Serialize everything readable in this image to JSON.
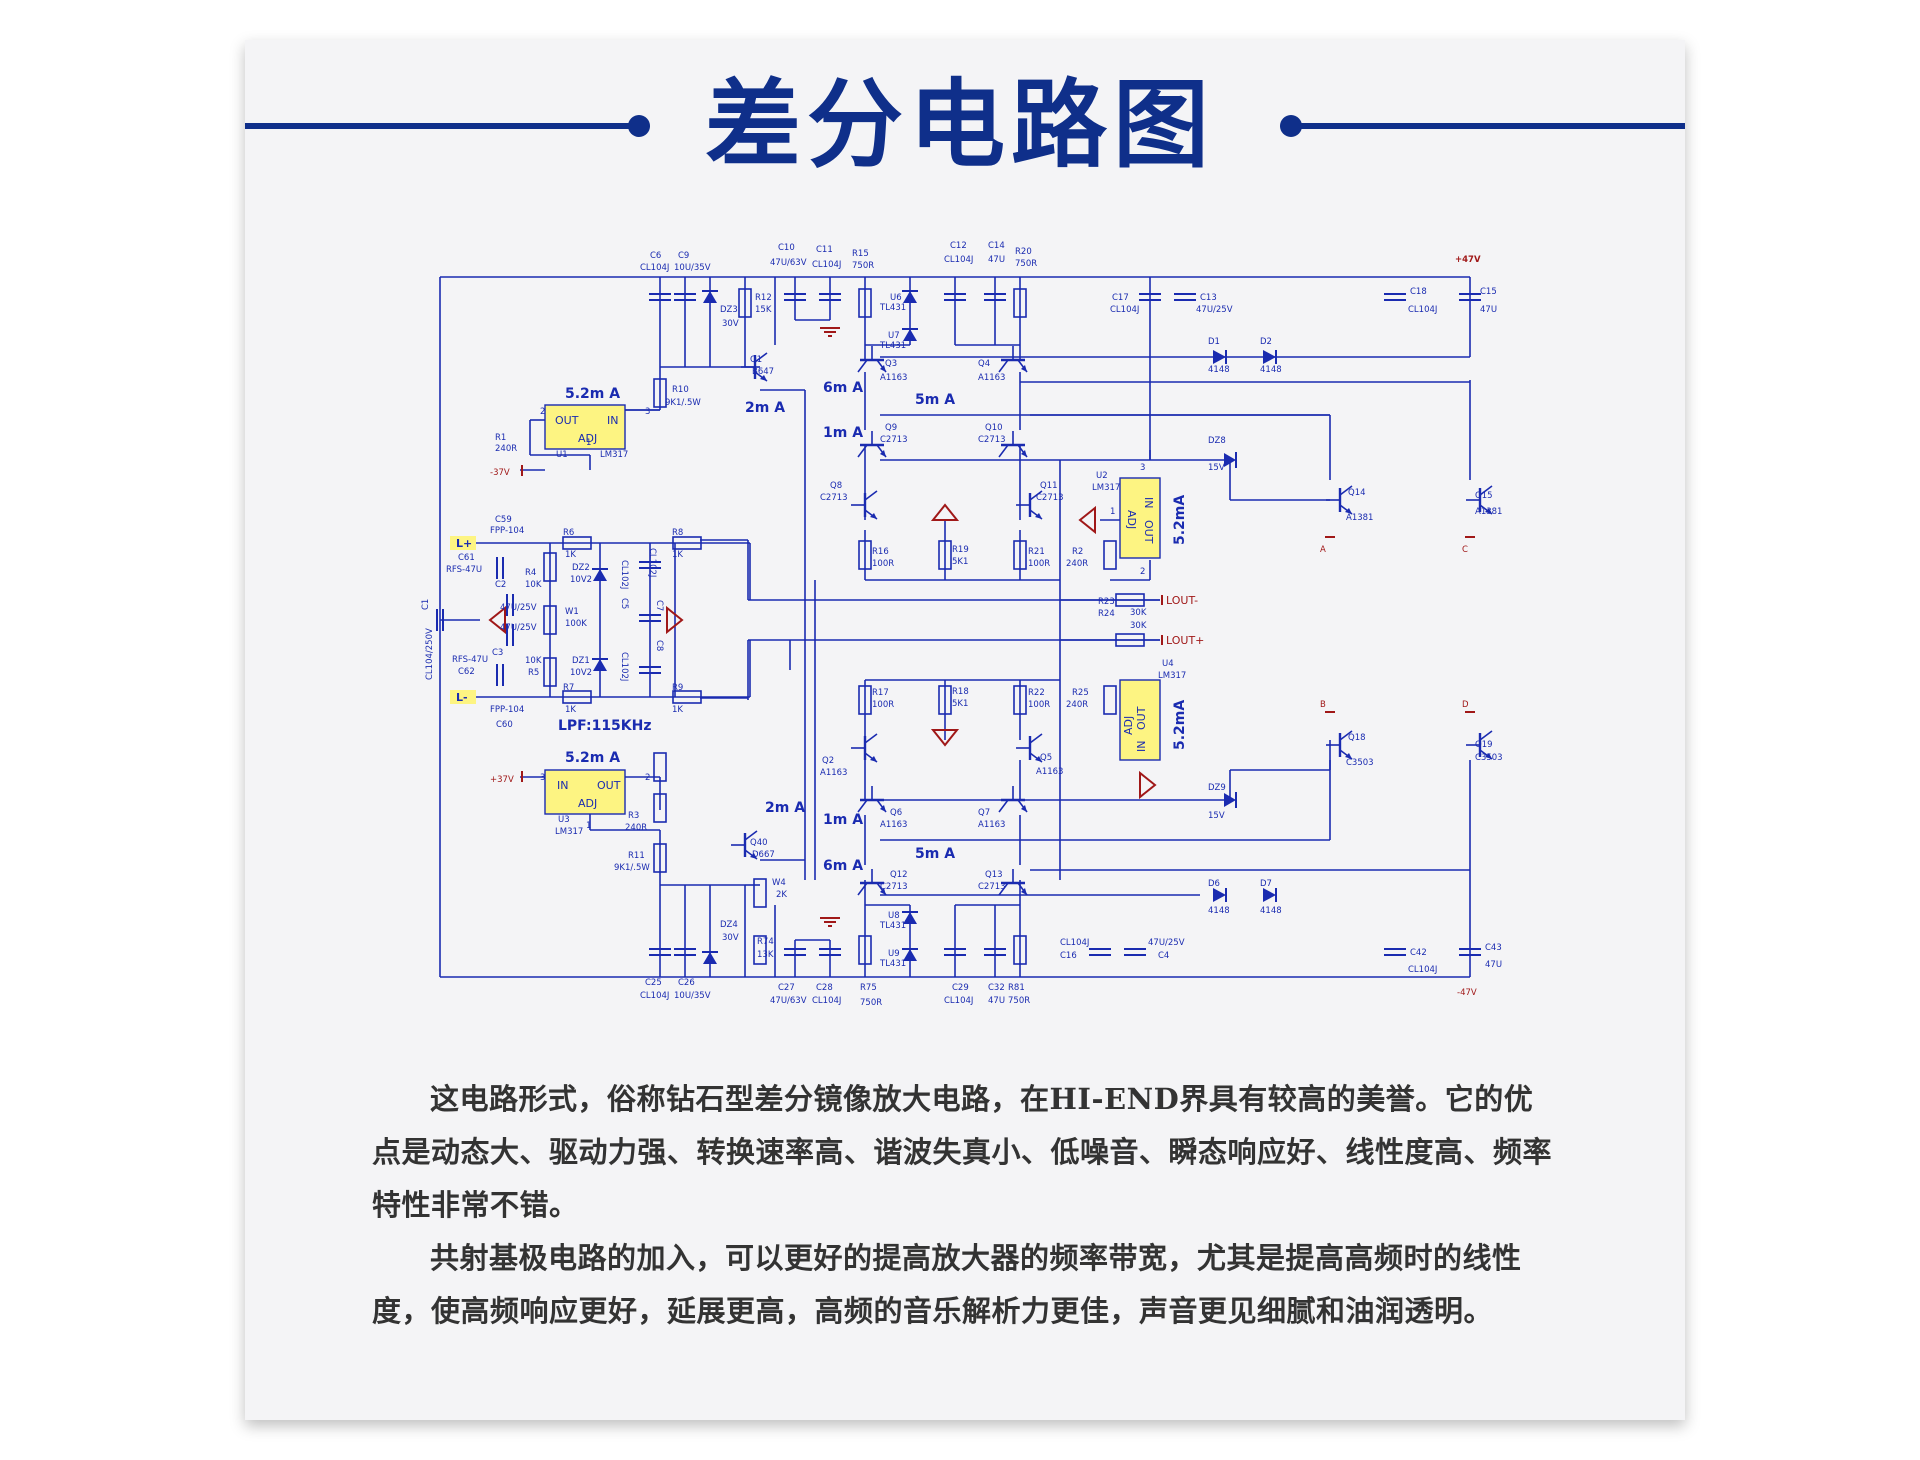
{
  "page_title": "差分电路图",
  "colors": {
    "accent": "#0f2f8a",
    "wire": "#1a2bb0",
    "ic_fill": "#fdf482",
    "ground_red": "#a01818",
    "text": "#333333"
  },
  "schematic": {
    "components": {
      "C6": "C6",
      "C6v": "CL104J",
      "C9": "C9",
      "C9v": "10U/35V",
      "DZ3": "DZ3",
      "DZ3v": "30V",
      "R12": "R12",
      "R12v": "15K",
      "Q1": "Q1",
      "Q1v": "B647",
      "C10": "C10",
      "C10v": "47U/63V",
      "C11": "C11",
      "C11v": "CL104J",
      "R15": "R15",
      "R15v": "750R",
      "U6": "U6",
      "U6v": "TL431",
      "U7": "U7",
      "U7v": "TL431",
      "C12": "C12",
      "C12v": "CL104J",
      "C14": "C14",
      "C14v": "47U",
      "R20": "R20",
      "R20v": "750R",
      "C17": "C17",
      "C17v": "CL104J",
      "C13": "C13",
      "C13v": "47U/25V",
      "C18": "C18",
      "C18v": "CL104J",
      "C15": "C15",
      "C15v": "47U",
      "vplus": "+47V",
      "D1": "D1",
      "D1v": "4148",
      "D2": "D2",
      "D2v": "4148",
      "Q3": "Q3",
      "Q3v": "A1163",
      "Q4": "Q4",
      "Q4v": "A1163",
      "R10": "R10",
      "R10v": "9K1/.5W",
      "U1": "U1",
      "U1v": "LM317",
      "R1": "R1",
      "R1v": "240R",
      "vminus_in": "-37V",
      "i_52a_1": "5.2m  A",
      "i_2ma_1": "2m A",
      "i_6ma_1": "6m A",
      "i_5ma_1": "5m A",
      "i_1ma_1": "1m A",
      "Q9": "Q9",
      "Q9v": "C2713",
      "Q10": "Q10",
      "Q10v": "C2713",
      "DZ8": "DZ8",
      "DZ8v": "15V",
      "Q8": "Q8",
      "Q8v": "C2713",
      "Q11": "Q11",
      "Q11v": "C2713",
      "U2": "U2",
      "U2v": "LM317",
      "i_52ma_u2": "5.2mA",
      "Q14": "Q14",
      "Q14v": "A1381",
      "Q15": "Q15",
      "Q15v": "A1381",
      "A": "A",
      "C": "C",
      "R16": "R16",
      "R16v": "100R",
      "R19": "R19",
      "R19v": "5K1",
      "R21": "R21",
      "R21v": "100R",
      "R2": "R2",
      "R2v": "240R",
      "C59": "C59",
      "C59v": "FPP-104",
      "C61": "C61",
      "C61v": "RFS-47U",
      "Lp": "L+",
      "Lm": "L-",
      "R6": "R6",
      "R6v": "1K",
      "R8": "R8",
      "R8v": "1K",
      "R4": "R4",
      "R4v": "10K",
      "DZ2": "DZ2",
      "DZ2v": "10V2",
      "C2": "C2",
      "C3": "C3",
      "cap47a": "47U/25V",
      "cap47b": "47U/25V",
      "W1": "W1",
      "W1v": "100K",
      "C7": "C7",
      "C5": "C5",
      "C8": "C8",
      "CL102a": "CL102J",
      "CL102b": "CL102J",
      "CL102c": "CL102J",
      "C1": "C1",
      "C1v": "CL104/250V",
      "C62": "C62",
      "C62v": "RFS-47U",
      "R5": "R5",
      "R5v": "10K",
      "DZ1": "DZ1",
      "DZ1v": "10V2",
      "R7": "R7",
      "R7v": "1K",
      "R9": "R9",
      "R9v": "1K",
      "C60": "C60",
      "C60v": "FPP-104",
      "lpf": "LPF:115KHz",
      "R23": "R23",
      "R23v": "30K",
      "R24": "R24",
      "R24v": "30K",
      "LOUTm": "LOUT-",
      "LOUTp": "LOUT+",
      "R17": "R17",
      "R17v": "100R",
      "R18": "R18",
      "R18v": "5K1",
      "R22": "R22",
      "R22v": "100R",
      "R25": "R25",
      "R25v": "240R",
      "U4": "U4",
      "U4v": "LM317",
      "i_52ma_u4": "5.2mA",
      "B": "B",
      "D": "D",
      "Q18": "Q18",
      "Q18v": "C3503",
      "Q19": "Q19",
      "Q19v": "C3503",
      "Q2": "Q2",
      "Q2v": "A1163",
      "Q5": "Q5",
      "Q5v": "A1163",
      "i_52a_2": "5.2m  A",
      "vplus_in": "+37V",
      "U3": "U3",
      "U3v": "LM317",
      "R3": "R3",
      "R3v": "240R",
      "R11": "R11",
      "R11v": "9K1/.5W",
      "i_2ma_2": "2m A",
      "i_1ma_2": "1m A",
      "Q6": "Q6",
      "Q6v": "A1163",
      "Q7": "Q7",
      "Q7v": "A1163",
      "DZ9": "DZ9",
      "DZ9v": "15V",
      "Q40": "Q40",
      "Q40v": "D667",
      "W4": "W4",
      "W4v": "2K",
      "i_6ma_2": "6m A",
      "i_5ma_2": "5m A",
      "Q12": "Q12",
      "Q12v": "C2713",
      "Q13": "Q13",
      "Q13v": "C2713",
      "D6": "D6",
      "D6v": "4148",
      "D7": "D7",
      "D7v": "4148",
      "DZ4": "DZ4",
      "DZ4v": "30V",
      "R74": "R74",
      "R74v": "13K",
      "U8": "U8",
      "U8v": "TL431",
      "U9": "U9",
      "U9v": "TL431",
      "C16": "C16",
      "C16v": "CL104J",
      "C4": "C4",
      "C4v": "47U/25V",
      "C42": "C42",
      "C42v": "CL104J",
      "C43": "C43",
      "C43v": "47U",
      "vminus": "-47V",
      "C25": "C25",
      "C25v": "CL104J",
      "C26": "C26",
      "C26v": "10U/35V",
      "C27": "C27",
      "C27v": "47U/63V",
      "C28": "C28",
      "C28v": "CL104J",
      "R75": "R75",
      "R75v": "750R",
      "C29": "C29",
      "C29v": "CL104J",
      "C32": "C32",
      "C32v": "47U",
      "R81": "R81",
      "R81v": "750R",
      "ic_out": "OUT",
      "ic_in": "IN",
      "ic_adj": "ADJ",
      "pin1": "1",
      "pin2": "2",
      "pin3": "3"
    }
  },
  "paragraphs": [
    "这电路形式，俗称钻石型差分镜像放大电路，在HI-END界具有较高的美誉。它的优点是动态大、驱动力强、转换速率高、谐波失真小、低噪音、瞬态响应好、线性度高、频率特性非常不错。",
    "共射基极电路的加入，可以更好的提高放大器的频率带宽，尤其是提高高频时的线性度，使高频响应更好，延展更高，高频的音乐解析力更佳，声音更见细腻和油润透明。"
  ]
}
